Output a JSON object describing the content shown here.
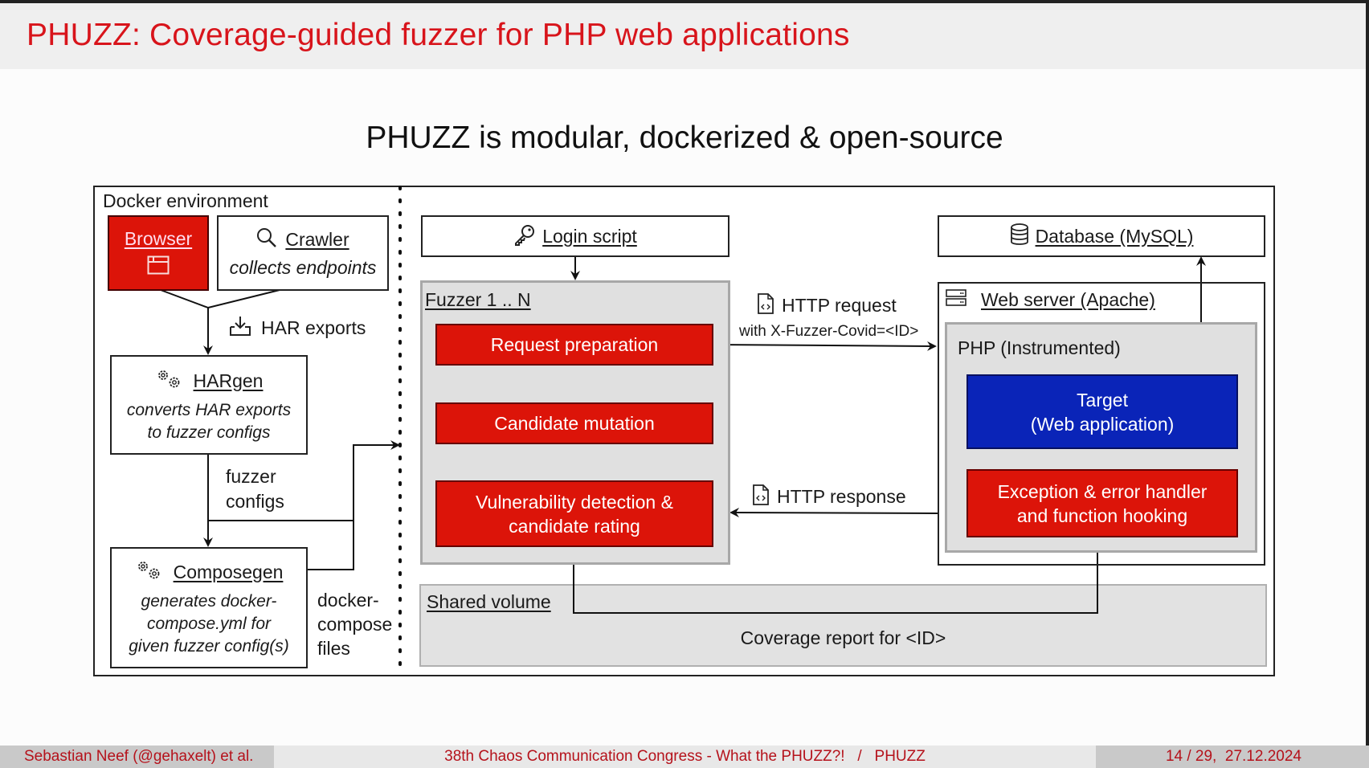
{
  "header": {
    "title": "PHUZZ: Coverage-guided fuzzer for PHP web applications"
  },
  "subtitle": "PHUZZ is modular, dockerized & open-source",
  "diagram": {
    "docker_env_label": "Docker environment",
    "browser": {
      "title": "Browser",
      "icon": "browser-window-icon"
    },
    "crawler": {
      "title": "Crawler",
      "description": "collects endpoints",
      "icon": "search-icon"
    },
    "har_exports_label": "HAR exports",
    "hargen": {
      "title": "HARgen",
      "description_line1": "converts HAR exports",
      "description_line2": "to fuzzer configs",
      "icon": "gears-icon"
    },
    "fuzzer_configs_line1": "fuzzer",
    "fuzzer_configs_line2": "configs",
    "composegen": {
      "title": "Composegen",
      "description_line1": "generates docker-",
      "description_line2": "compose.yml for",
      "description_line3": "given fuzzer config(s)",
      "icon": "gears-icon"
    },
    "docker_compose_files_line1": "docker-",
    "docker_compose_files_line2": "compose",
    "docker_compose_files_line3": "files",
    "login_script": {
      "title": "Login script",
      "icon": "key-icon"
    },
    "fuzzer": {
      "title": "Fuzzer 1 .. N",
      "request_preparation": "Request preparation",
      "candidate_mutation": "Candidate mutation",
      "vuln_line1": "Vulnerability detection &",
      "vuln_line2": "candidate rating"
    },
    "http_request": {
      "label": "HTTP request",
      "sublabel": "with X-Fuzzer-Covid=<ID>",
      "icon": "code-file-icon"
    },
    "http_response": {
      "label": "HTTP response",
      "icon": "code-file-icon"
    },
    "database": {
      "title": "Database (MySQL)",
      "icon": "database-icon"
    },
    "webserver": {
      "title": "Web server (Apache)",
      "icon": "server-icon"
    },
    "php": {
      "title": "PHP (Instrumented)",
      "target_line1": "Target",
      "target_line2": "(Web application)",
      "exception_line1": "Exception & error handler",
      "exception_line2": "and function hooking"
    },
    "shared_volume": {
      "title": "Shared volume",
      "coverage_report": "Coverage report for <ID>"
    },
    "colors": {
      "red": "#dc1409",
      "blue": "#0a24b8",
      "gray": "#e0e0e0"
    }
  },
  "footer": {
    "author": "Sebastian Neef (@gehaxelt) et al.",
    "event": "38th Chaos Communication Congress - What the PHUZZ?!   /   PHUZZ",
    "page": "14 / 29,  27.12.2024"
  }
}
